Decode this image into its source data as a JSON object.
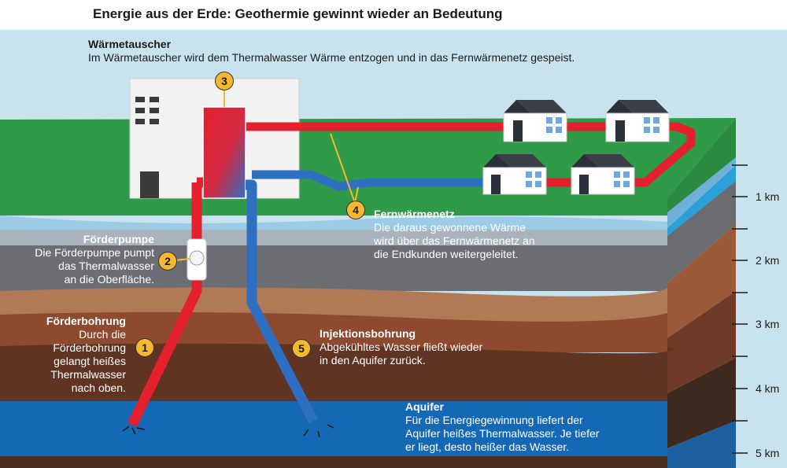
{
  "title": "Energie aus der Erde: Geothermie gewinnt wieder an Bedeutung",
  "steps": [
    {
      "num": "1",
      "heading": "Förderbohrung",
      "text": [
        "Durch die",
        "Förderbohrung",
        "gelangt heißes",
        "Thermalwasser",
        "nach oben."
      ]
    },
    {
      "num": "2",
      "heading": "Förderpumpe",
      "text": [
        "Die Förderpumpe pumpt",
        "das Thermalwasser",
        "an die Oberfläche."
      ]
    },
    {
      "num": "3",
      "heading": "Wärmetauscher",
      "text": [
        "Im Wärmetauscher wird dem Thermalwasser Wärme entzogen und in das Fernwärmenetz gespeist."
      ]
    },
    {
      "num": "4",
      "heading": "Fernwärmenetz",
      "text": [
        "Die daraus gewonnene Wärme",
        "wird über das Fernwärmenetz an",
        "die Endkunden weitergeleitet."
      ]
    },
    {
      "num": "5",
      "heading": "Injektionsbohrung",
      "text": [
        "Abgekühltes Wasser fließt wieder",
        "in den Aquifer zurück."
      ]
    }
  ],
  "aquifer": {
    "heading": "Aquifer",
    "text": [
      "Für die Energiegewinnung liefert der",
      "Aquifer heißes Thermalwasser. Je tiefer",
      "er liegt, desto heißer das Wasser."
    ]
  },
  "depth_labels": [
    "1 km",
    "2 km",
    "3 km",
    "4 km",
    "5 km"
  ],
  "colors": {
    "hot": "#e3202c",
    "cold": "#2f6fc2",
    "badge": "#f5b82e",
    "ground": "#2f9a48",
    "aquifer": "#1568b3"
  }
}
